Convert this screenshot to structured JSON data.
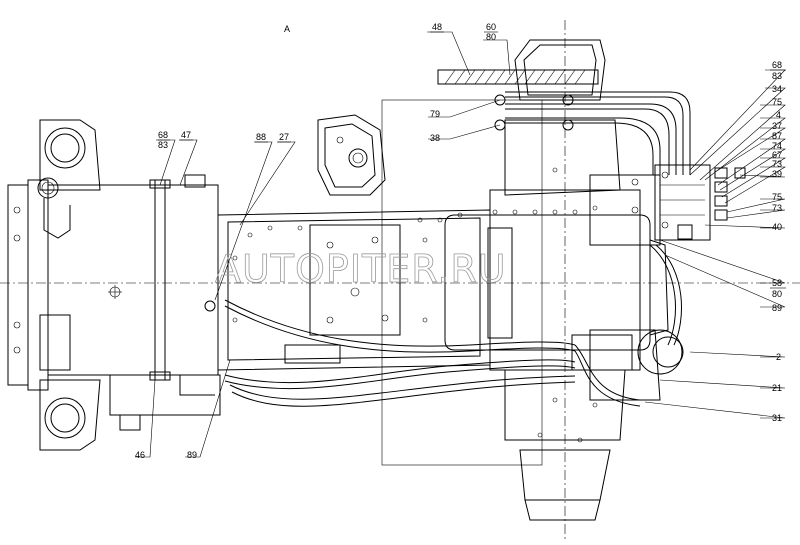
{
  "drawing": {
    "view_label": "A",
    "watermark": "AUTOPITER.RU",
    "callouts": {
      "c48": "48",
      "c60": "60",
      "c80a": "80",
      "c68a": "68",
      "c83a": "83",
      "c34": "34",
      "c75a": "75",
      "c79": "79",
      "c38": "38",
      "c4": "4",
      "c37": "37",
      "c87": "87",
      "c74": "74",
      "c67": "67",
      "c73a": "73",
      "c39": "39",
      "c75b": "75",
      "c73b": "73",
      "c40": "40",
      "c58": "58",
      "c80b": "80",
      "c89a": "89",
      "c2": "2",
      "c21": "21",
      "c31": "31",
      "c68b": "68",
      "c83b": "83",
      "c47": "47",
      "c88": "88",
      "c27": "27",
      "c46": "46",
      "c89b": "89"
    }
  }
}
